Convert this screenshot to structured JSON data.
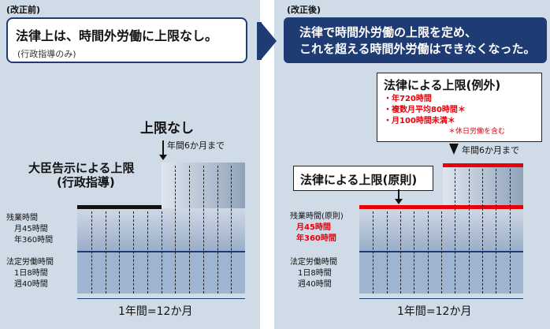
{
  "left": {
    "tag": "(改正前)",
    "headline": "法律上は、時間外労働に上限なし。",
    "sub": "(行政指導のみ)",
    "no_limit": "上限なし",
    "six_months": "年間6か月まで",
    "minister": "大臣告示による上限",
    "minister_sub": "(行政指導)",
    "overtime_label": "残業時間",
    "overtime_m": "月45時間",
    "overtime_y": "年360時間",
    "legal_label": "法定労働時間",
    "legal_d": "1日8時間",
    "legal_w": "週40時間",
    "axis": "1年間=12か月"
  },
  "right": {
    "tag": "(改正後)",
    "headline_1": "法律で時間外労働の上限を定め、",
    "headline_2": "これを超える時間外労働はできなくなった。",
    "exception_title": "法律による上限(例外)",
    "exception_1": "・年720時間",
    "exception_2": "・複数月平均80時間＊",
    "exception_3": "・月100時間未満＊",
    "exception_note": "＊休日労働を含む",
    "six_months": "年間6か月まで",
    "principle": "法律による上限(原則)",
    "overtime_label": "残業時間(原則)",
    "overtime_m": "月45時間",
    "overtime_y": "年360時間",
    "legal_label": "法定労働時間",
    "legal_d": "1日8時間",
    "legal_w": "週40時間",
    "axis": "1年間=12か月"
  },
  "colors": {
    "navy": "#1f3b73",
    "red": "#e8000b",
    "panel": "#cfdbe7"
  }
}
